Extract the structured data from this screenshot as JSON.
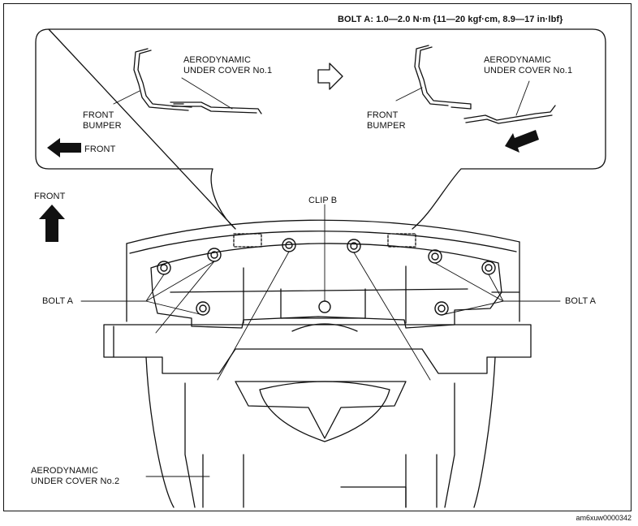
{
  "spec_header": "BOLT A: 1.0—2.0 N·m {11—20 kgf·cm, 8.9—17 in·lbf}",
  "detail_left": {
    "cover_label": "AERODYNAMIC\nUNDER COVER No.1",
    "bumper_label": "FRONT\nBUMPER",
    "front_label": "FRONT"
  },
  "detail_right": {
    "cover_label": "AERODYNAMIC\nUNDER COVER No.1",
    "bumper_label": "FRONT\nBUMPER"
  },
  "main_view": {
    "front_label": "FRONT",
    "clip_label": "CLIP B",
    "bolt_left_label": "BOLT A",
    "bolt_right_label": "BOLT A",
    "cover2_label": "AERODYNAMIC\nUNDER COVER No.2"
  },
  "figure_id": "am6xuw0000342",
  "icons": {
    "transition_arrow": "hollow-right-arrow-icon",
    "front_arrow": "solid-left-arrow-icon",
    "push_arrow": "solid-diagonal-arrow-icon",
    "up_arrow": "solid-up-arrow-icon"
  }
}
